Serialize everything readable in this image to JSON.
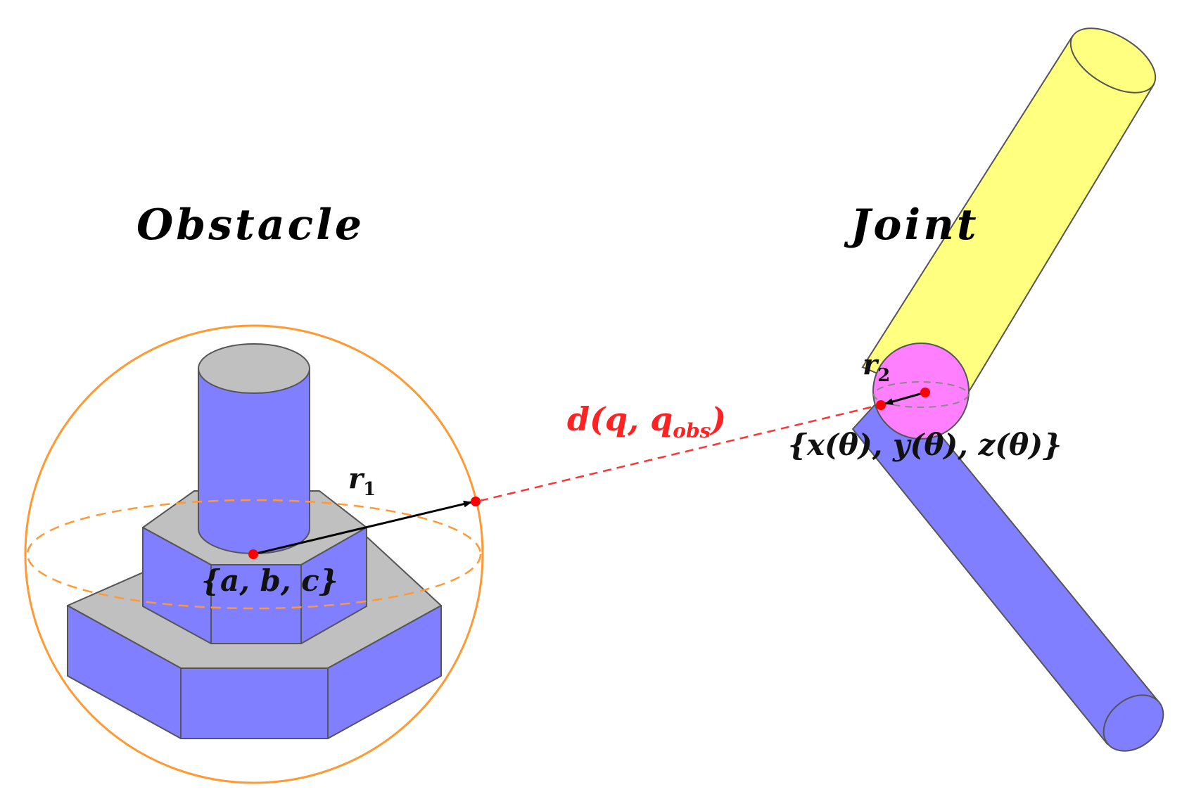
{
  "labels": {
    "obstacle": "Obstacle",
    "joint": "Joint",
    "r1": "r",
    "r1_sub": "1",
    "r2": "r",
    "r2_sub": "2",
    "center_coords": "{a, b, c}",
    "joint_coords": "{x(θ), y(θ), z(θ)}",
    "distance_main": "d(q, q",
    "distance_sub": "obs",
    "distance_close": ")"
  },
  "colors": {
    "blue_face": "#7f7fff",
    "gray_face": "#c0c0c0",
    "yellow_face": "#ffff80",
    "sphere_joint": "#ff7fff",
    "orange_sphere": "#ff9933",
    "distance_line": "#ff3333",
    "point": "#ff0000"
  }
}
